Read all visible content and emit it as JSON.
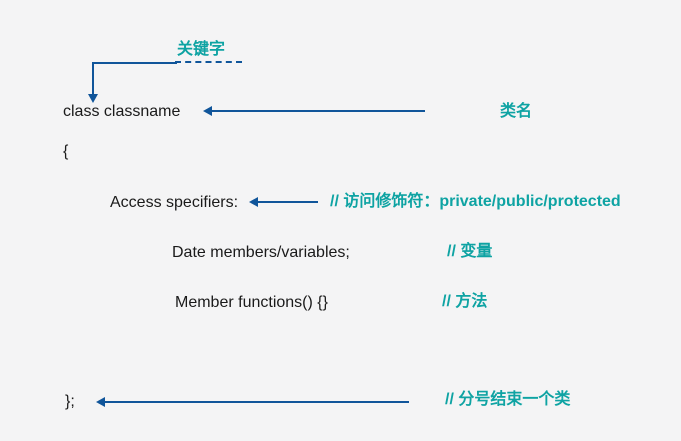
{
  "colors": {
    "accent_teal": "#0EA3A3",
    "arrow_blue": "#10559A",
    "text_black": "#1A1A1A",
    "background": "#F4F4F5"
  },
  "annotations": {
    "keyword_label": "关键字",
    "classname_label": "类名",
    "access_comment": "// 访问修饰符：private/public/protected",
    "variable_comment": "// 变量",
    "method_comment": "// 方法",
    "closing_comment": "// 分号结束一个类"
  },
  "code": {
    "class_declaration": "class classname",
    "open_brace": "{",
    "access_specifiers": "Access specifiers:",
    "data_members": "Date members/variables;",
    "member_functions": "Member functions() {}",
    "close_brace": "};"
  }
}
